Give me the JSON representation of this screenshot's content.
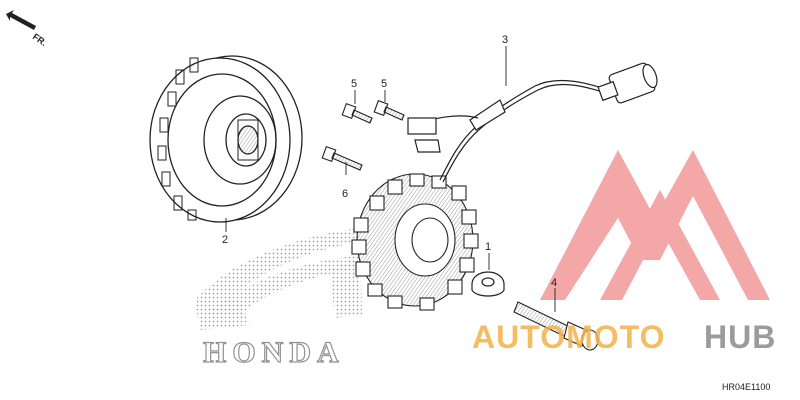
{
  "diagram": {
    "direction_label": "FR.",
    "drawing_code": "HR04E1100",
    "callouts": [
      "1",
      "2",
      "3",
      "4",
      "5",
      "5",
      "6"
    ],
    "brand_mark": "HONDA",
    "watermark": {
      "text_part1": "AUTOMOTO",
      "text_part2": "HUB",
      "color_orange": "#f3b24a",
      "color_gray": "#8a8a8a",
      "color_red": "#f08a8a"
    }
  }
}
